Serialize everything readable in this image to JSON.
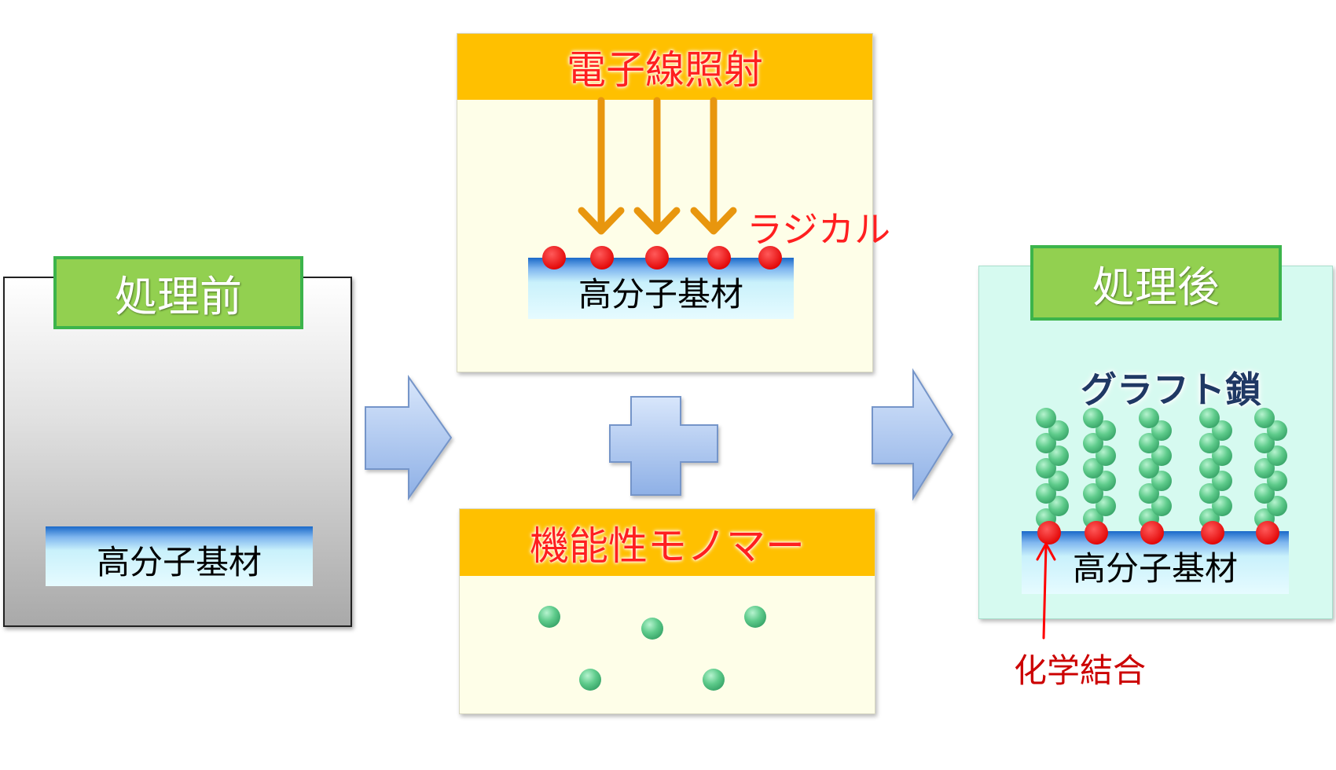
{
  "before": {
    "label": "処理前",
    "substrate": "高分子基材"
  },
  "electron_beam": {
    "header": "電子線照射",
    "radical": "ラジカル",
    "substrate": "高分子基材"
  },
  "monomer": {
    "header": "機能性モノマー"
  },
  "after": {
    "label": "処理後",
    "graft_chain": "グラフト鎖",
    "substrate": "高分子基材",
    "chemical_bond": "化学結合"
  },
  "colors": {
    "label_green": "#92d050",
    "header_orange": "#ffc000",
    "radical_red": "#ff0000",
    "monomer_green": "#5ecb8b",
    "arrow_blue": "#a9c4ec",
    "beam_orange": "#e8960e"
  }
}
